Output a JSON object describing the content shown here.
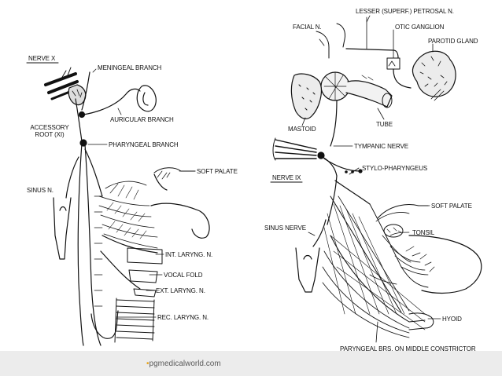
{
  "left_diagram": {
    "labels": {
      "nerve_x": "NERVE X",
      "meningeal_branch": "MENINGEAL BRANCH",
      "auricular_branch": "AURICULAR BRANCH",
      "accessory_root_line1": "ACCESSORY",
      "accessory_root_line2": "ROOT (XI)",
      "pharyngeal_branch": "PHARYNGEAL BRANCH",
      "soft_palate": "SOFT PALATE",
      "sinus_n": "SINUS N.",
      "int_laryng": "INT. LARYNG. N.",
      "vocal_fold": "VOCAL FOLD",
      "ext_laryng": "EXT. LARYNG. N.",
      "rec_laryng": "REC. LARYNG. N."
    }
  },
  "right_diagram": {
    "labels": {
      "facial_n": "FACIAL N.",
      "lesser_petrosal": "LESSER (SUPERF.) PETROSAL N.",
      "otic_ganglion": "OTIC GANGLION",
      "parotid_gland": "PAROTID GLAND",
      "mastoid": "MASTOID",
      "tube": "TUBE",
      "tympanic_nerve": "TYMPANIC NERVE",
      "nerve_ix": "NERVE IX",
      "stylo_pharyngeus": "STYLO-PHARYNGEUS",
      "soft_palate": "SOFT PALATE",
      "sinus_nerve": "SINUS NERVE",
      "tonsil": "TONSIL",
      "hyoid": "HYOID",
      "paryngeal_brs": "PARYNGEAL BRS. ON MIDDLE CONSTRICTOR"
    }
  },
  "footer": {
    "watermark": "pgmedicalworld.com"
  }
}
